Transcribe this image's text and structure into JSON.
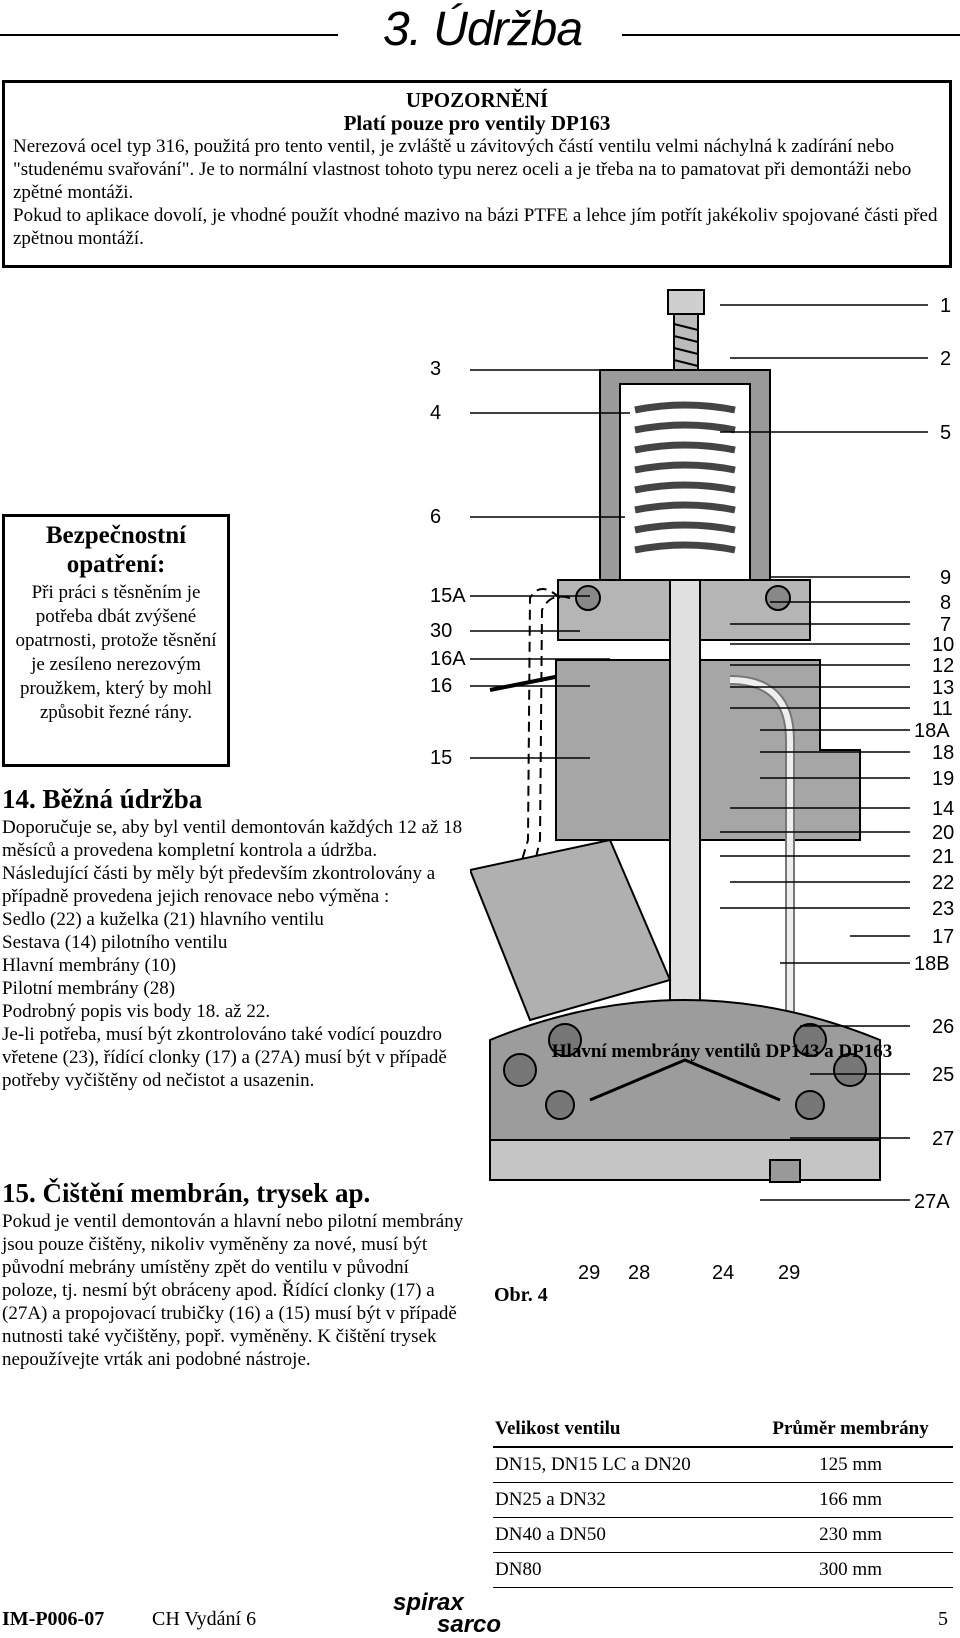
{
  "header": {
    "title": "3. Údržba"
  },
  "warning": {
    "heading": "UPOZORNĚNÍ",
    "subheading": "Platí pouze pro ventily DP163",
    "p1": "Nerezová ocel typ 316, použitá pro tento ventil, je zvláště u závitových částí ventilu velmi náchylná k zadírání nebo \"studenému svařování\". Je to normální vlastnost tohoto typu nerez oceli a je třeba na to pamatovat při demontáži nebo zpětné montáži.",
    "p2": "Pokud to aplikace dovolí, je vhodné použít vhodné mazivo na bázi PTFE a lehce jím potřít jakékoliv spojované části před zpětnou montáží."
  },
  "safety": {
    "heading": "Bezpečnostní opatření:",
    "text": "Při práci s těsněním je potřeba dbát zvýšené opatrnosti, protože těsnění je zesíleno nerezovým proužkem, který by mohl způsobit řezné rány."
  },
  "sec14": {
    "heading": "14. Běžná údržba",
    "p1": "Doporučuje se, aby byl ventil demontován každých 12 až 18 měsíců a provedena kompletní kontrola a údržba.",
    "p2": "Následující části by měly být především zkontrolovány a případně provedena jejich renovace nebo výměna :",
    "items": [
      "Sedlo (22) a kuželka (21) hlavního ventilu",
      "Sestava (14) pilotního ventilu",
      "Hlavní membrány (10)",
      "Pilotní membrány (28)",
      "Podrobný popis vis body 18. až 22."
    ],
    "p3": "Je-li potřeba, musí být zkontrolováno také vodící pouzdro vřetene (23), řídící clonky (17) a (27A) musí být v případě potřeby vyčištěny od nečistot a usazenin."
  },
  "sec15": {
    "heading": "15. Čištění membrán, trysek ap.",
    "p1": "Pokud je ventil demontován a hlavní nebo pilotní membrány jsou pouze čištěny, nikoliv vyměněny za nové, musí být původní mebrány umístěny zpět do ventilu v původní poloze, tj. nesmí být obráceny apod. Řídící clonky (17) a (27A) a propojovací trubičky (16) a (15) musí být v případě nutnosti také vyčištěny, popř. vyměněny. K čištění trysek nepoužívejte vrták ani podobné nástroje."
  },
  "figure": {
    "caption": "Obr. 4",
    "left_labels": [
      "3",
      "4",
      "6",
      "15A",
      "30",
      "16A",
      "16",
      "15"
    ],
    "right_labels": [
      "1",
      "2",
      "5",
      "9",
      "8",
      "7",
      "10",
      "12",
      "13",
      "11",
      "18A",
      "18",
      "19",
      "14",
      "20",
      "21",
      "22",
      "23",
      "17",
      "18B",
      "26",
      "25",
      "27",
      "27A"
    ],
    "bottom_labels": [
      "29",
      "28",
      "24",
      "29"
    ]
  },
  "table": {
    "title": "Hlavní membrány ventilů DP143 a DP163",
    "col1": "Velikost ventilu",
    "col2": "Průměr membrány",
    "rows": [
      {
        "size": "DN15, DN15 LC a DN20",
        "dia": "125 mm"
      },
      {
        "size": "DN25 a DN32",
        "dia": "166 mm"
      },
      {
        "size": "DN40 a DN50",
        "dia": "230 mm"
      },
      {
        "size": "DN80",
        "dia": "300 mm"
      }
    ]
  },
  "footer": {
    "doc": "IM-P006-07",
    "edition": "CH Vydání 6",
    "logo_top": "spirax",
    "logo_bottom": "sarco",
    "page": "5"
  }
}
